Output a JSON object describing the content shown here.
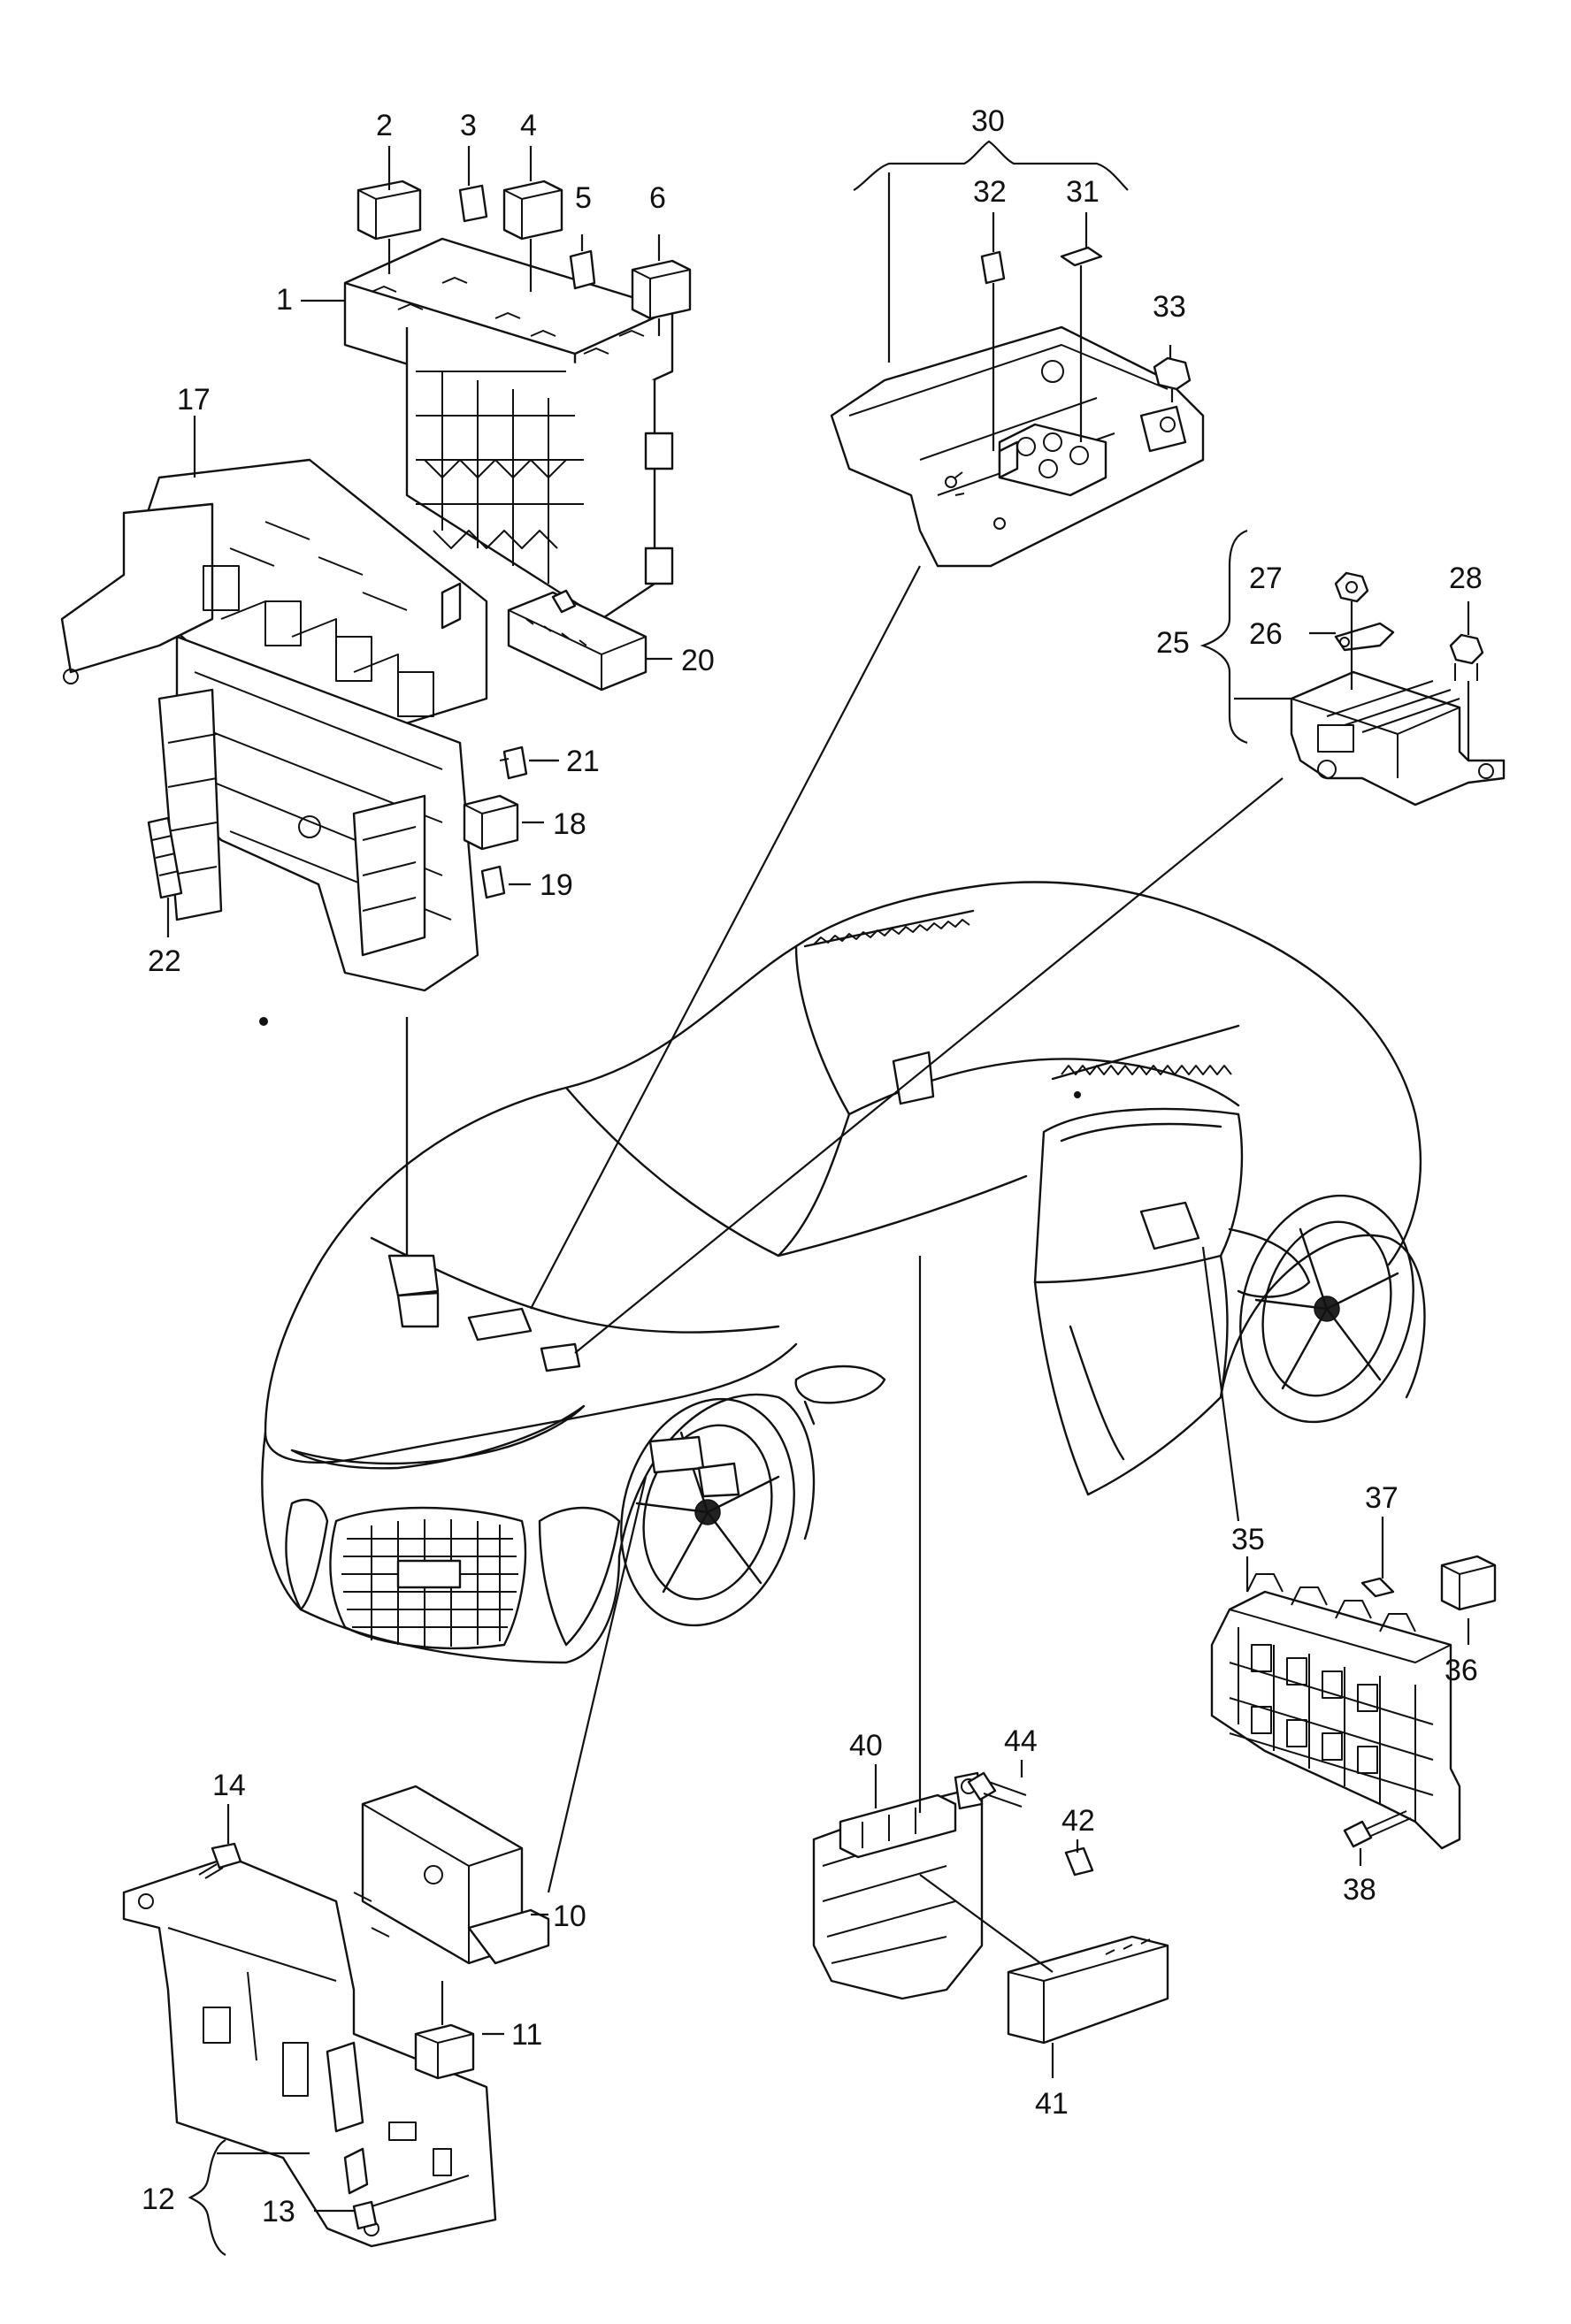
{
  "labels": {
    "n1": "1",
    "n2": "2",
    "n3": "3",
    "n4": "4",
    "n5": "5",
    "n6": "6",
    "n10": "10",
    "n11": "11",
    "n12": "12",
    "n13": "13",
    "n14": "14",
    "n17": "17",
    "n18": "18",
    "n19": "19",
    "n20": "20",
    "n21": "21",
    "n22": "22",
    "n25": "25",
    "n26": "26",
    "n27": "27",
    "n28": "28",
    "n30": "30",
    "n31": "31",
    "n32": "32",
    "n33": "33",
    "n35": "35",
    "n36": "36",
    "n37": "37",
    "n38": "38",
    "n40": "40",
    "n41": "41",
    "n42": "42",
    "n44": "44"
  }
}
